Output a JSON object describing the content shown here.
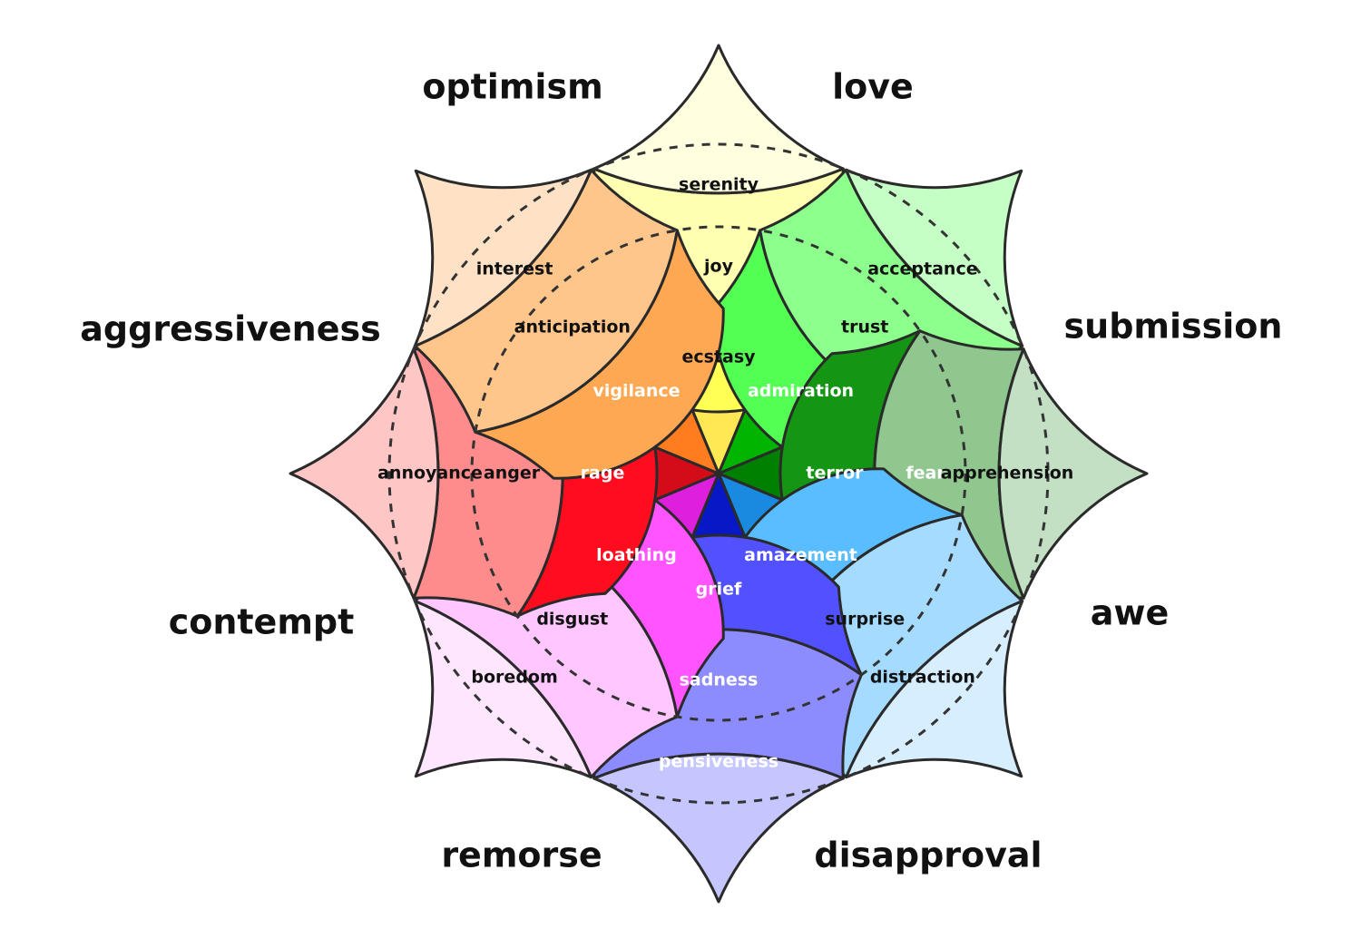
{
  "petals": [
    {
      "id": "joy",
      "levels": [
        "ecstasy",
        "joy",
        "serenity"
      ],
      "colors": [
        "#FFE854",
        "#FFFF54",
        "#FFFFB1",
        "#FFFFE0"
      ],
      "text_colors": [
        "#111111",
        "#111111",
        "#111111"
      ]
    },
    {
      "id": "trust",
      "levels": [
        "admiration",
        "trust",
        "acceptance"
      ],
      "colors": [
        "#00B400",
        "#54FF54",
        "#8CFF8C",
        "#C6FFC6"
      ],
      "text_colors": [
        "#ffffff",
        "#111111",
        "#111111"
      ]
    },
    {
      "id": "fear",
      "levels": [
        "terror",
        "fear",
        "apprehension"
      ],
      "colors": [
        "#008000",
        "#149614",
        "#8FC78F",
        "#C4E0C4"
      ],
      "text_colors": [
        "#ffffff",
        "#ffffff",
        "#111111"
      ]
    },
    {
      "id": "surprise",
      "levels": [
        "amazement",
        "surprise",
        "distraction"
      ],
      "colors": [
        "#1A8AE0",
        "#59BDFF",
        "#A5DBFF",
        "#D7EEFF"
      ],
      "text_colors": [
        "#ffffff",
        "#111111",
        "#111111"
      ]
    },
    {
      "id": "sadness",
      "levels": [
        "grief",
        "sadness",
        "pensiveness"
      ],
      "colors": [
        "#0719C7",
        "#5151FF",
        "#8C8CFF",
        "#C6C6FF"
      ],
      "text_colors": [
        "#ffffff",
        "#ffffff",
        "#ffffff"
      ]
    },
    {
      "id": "disgust",
      "levels": [
        "loathing",
        "disgust",
        "boredom"
      ],
      "colors": [
        "#DE20DE",
        "#FF54FF",
        "#FFC6FF",
        "#FFE6FF"
      ],
      "text_colors": [
        "#ffffff",
        "#111111",
        "#111111"
      ]
    },
    {
      "id": "anger",
      "levels": [
        "rage",
        "anger",
        "annoyance"
      ],
      "colors": [
        "#D40C1A",
        "#FF0D1F",
        "#FF8C8C",
        "#FFC6C6"
      ],
      "text_colors": [
        "#ffffff",
        "#111111",
        "#111111"
      ]
    },
    {
      "id": "anticipation",
      "levels": [
        "vigilance",
        "anticipation",
        "interest"
      ],
      "colors": [
        "#FF7D1F",
        "#FFA854",
        "#FFC68C",
        "#FFE2C6"
      ],
      "text_colors": [
        "#ffffff",
        "#111111",
        "#111111"
      ]
    }
  ],
  "dyads": [
    "love",
    "submission",
    "awe",
    "disapproval",
    "remorse",
    "contempt",
    "aggressiveness",
    "optimism"
  ]
}
